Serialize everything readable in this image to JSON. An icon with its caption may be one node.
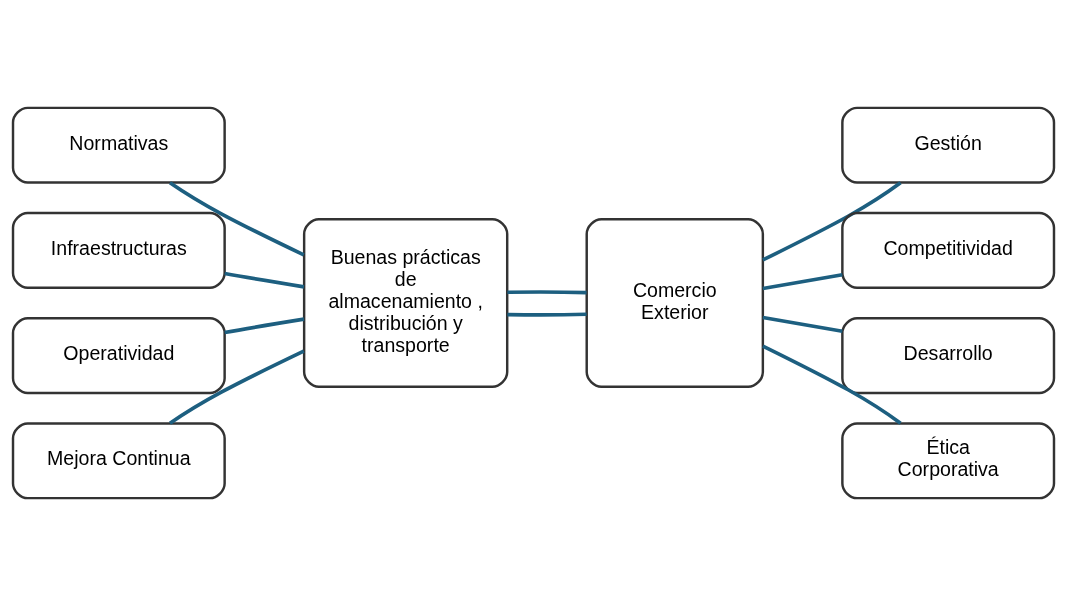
{
  "diagram": {
    "nodes": [
      {
        "text": [
          "Normativas"
        ]
      },
      {
        "text": [
          "Infraestructuras"
        ]
      },
      {
        "text": [
          "Operatividad"
        ]
      },
      {
        "text": [
          "Mejora Continua"
        ]
      },
      {
        "text": [
          "Buenas prácticas de almacenamiento , distribución y transporte"
        ]
      },
      {
        "text": [
          "Comercio Exterior"
        ]
      },
      {
        "text": [
          "Gestión"
        ]
      },
      {
        "text": [
          "Competitividad"
        ]
      },
      {
        "text": [
          "Desarrollo"
        ]
      },
      {
        "text": [
          "Ética Corporativa"
        ]
      }
    ],
    "edges": [
      {
        "from": 0,
        "to": 4,
        "arrow": "none"
      },
      {
        "from": 1,
        "to": 4,
        "arrow": "none"
      },
      {
        "from": 2,
        "to": 4,
        "arrow": "none"
      },
      {
        "from": 3,
        "to": 4,
        "arrow": "none"
      },
      {
        "from": 4,
        "to": 5,
        "arrow": "none"
      },
      {
        "from": 4,
        "to": 5,
        "arrow": "none"
      },
      {
        "from": 5,
        "to": 6,
        "arrow": "none"
      },
      {
        "from": 5,
        "to": 7,
        "arrow": "none"
      },
      {
        "from": 5,
        "to": 8,
        "arrow": "none"
      },
      {
        "from": 5,
        "to": 9,
        "arrow": "none"
      }
    ]
  }
}
